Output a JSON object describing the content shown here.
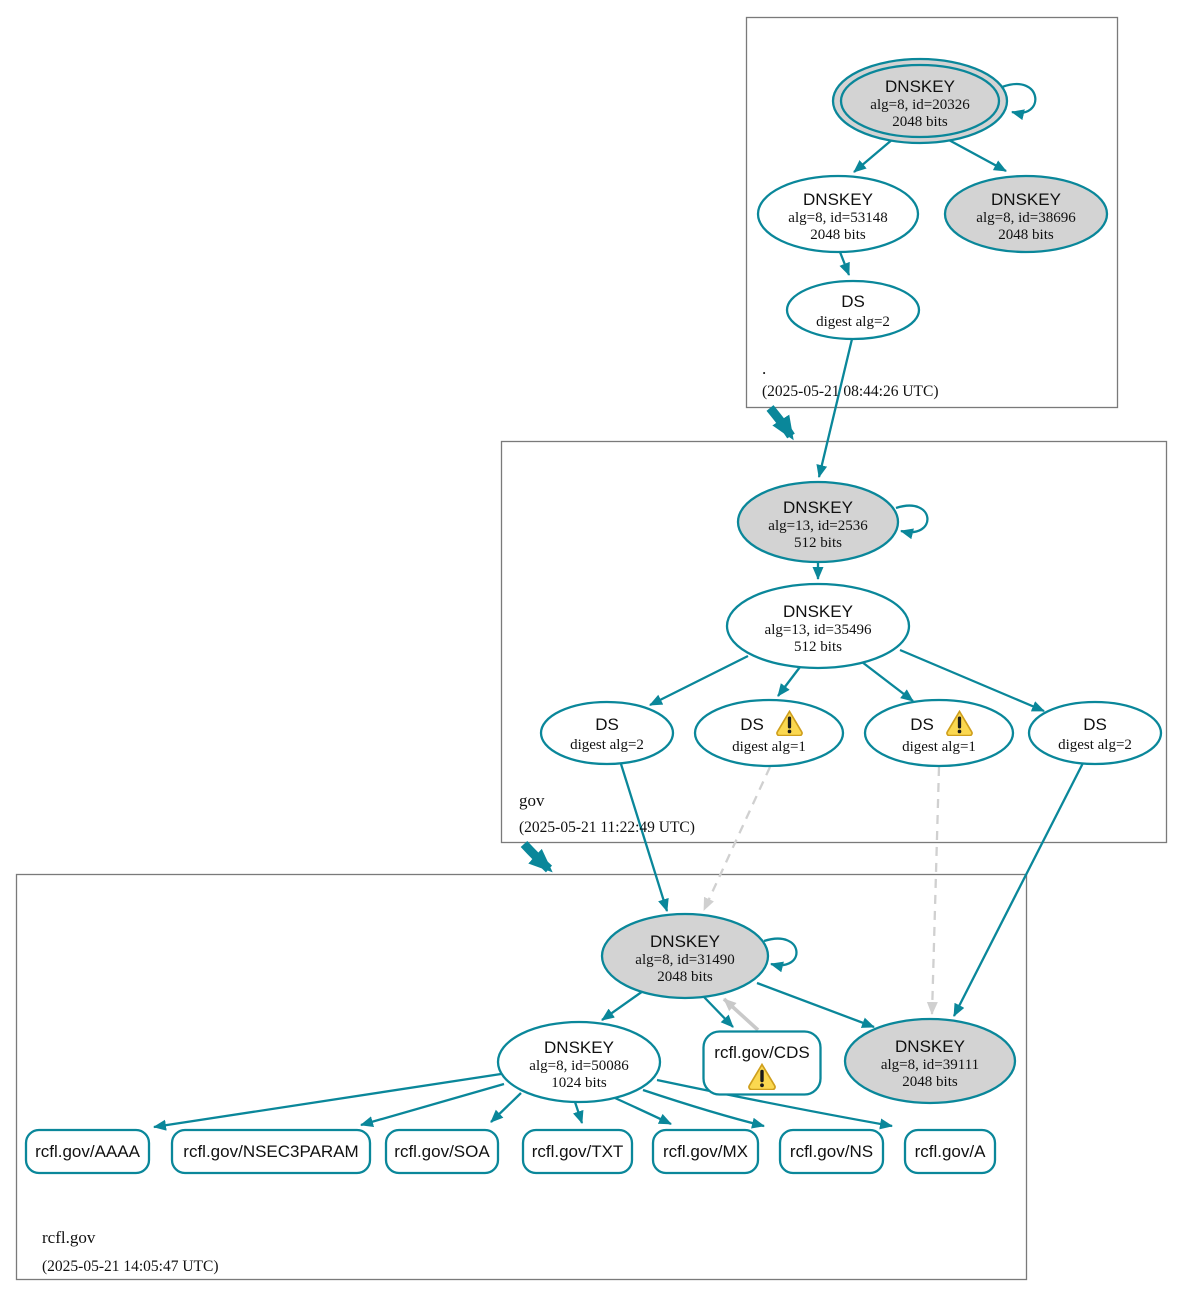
{
  "colors": {
    "secure_edge": "#0a879a",
    "insecure_edge_dashed": "#d0d0d0",
    "cds_edge_gray": "#c9c9c9",
    "ksk_fill": "#d3d3d3",
    "warning_fill": "#fbd850",
    "warning_border": "#cf9f1d",
    "box_border": "#7a7a7a"
  },
  "root": {
    "zone_label": ".",
    "timestamp": "(2025-05-21 08:44:26 UTC)",
    "ksk": {
      "title": "DNSKEY",
      "detail": "alg=8, id=20326",
      "bits": "2048 bits"
    },
    "zsk": {
      "title": "DNSKEY",
      "detail": "alg=8, id=53148",
      "bits": "2048 bits"
    },
    "ksk2": {
      "title": "DNSKEY",
      "detail": "alg=8, id=38696",
      "bits": "2048 bits"
    },
    "ds": {
      "title": "DS",
      "detail": "digest alg=2"
    }
  },
  "gov": {
    "zone_label": "gov",
    "timestamp": "(2025-05-21 11:22:49 UTC)",
    "ksk": {
      "title": "DNSKEY",
      "detail": "alg=13, id=2536",
      "bits": "512 bits"
    },
    "zsk": {
      "title": "DNSKEY",
      "detail": "alg=13, id=35496",
      "bits": "512 bits"
    },
    "ds1": {
      "title": "DS",
      "detail": "digest alg=2"
    },
    "ds2": {
      "title": "DS",
      "detail": "digest alg=1"
    },
    "ds3": {
      "title": "DS",
      "detail": "digest alg=1"
    },
    "ds4": {
      "title": "DS",
      "detail": "digest alg=2"
    }
  },
  "rcfl": {
    "zone_label": "rcfl.gov",
    "timestamp": "(2025-05-21 14:05:47 UTC)",
    "ksk": {
      "title": "DNSKEY",
      "detail": "alg=8, id=31490",
      "bits": "2048 bits"
    },
    "zsk": {
      "title": "DNSKEY",
      "detail": "alg=8, id=50086",
      "bits": "1024 bits"
    },
    "ksk2": {
      "title": "DNSKEY",
      "detail": "alg=8, id=39111",
      "bits": "2048 bits"
    },
    "cds": {
      "label": "rcfl.gov/CDS"
    },
    "rrsets": [
      "rcfl.gov/AAAA",
      "rcfl.gov/NSEC3PARAM",
      "rcfl.gov/SOA",
      "rcfl.gov/TXT",
      "rcfl.gov/MX",
      "rcfl.gov/NS",
      "rcfl.gov/A"
    ]
  }
}
